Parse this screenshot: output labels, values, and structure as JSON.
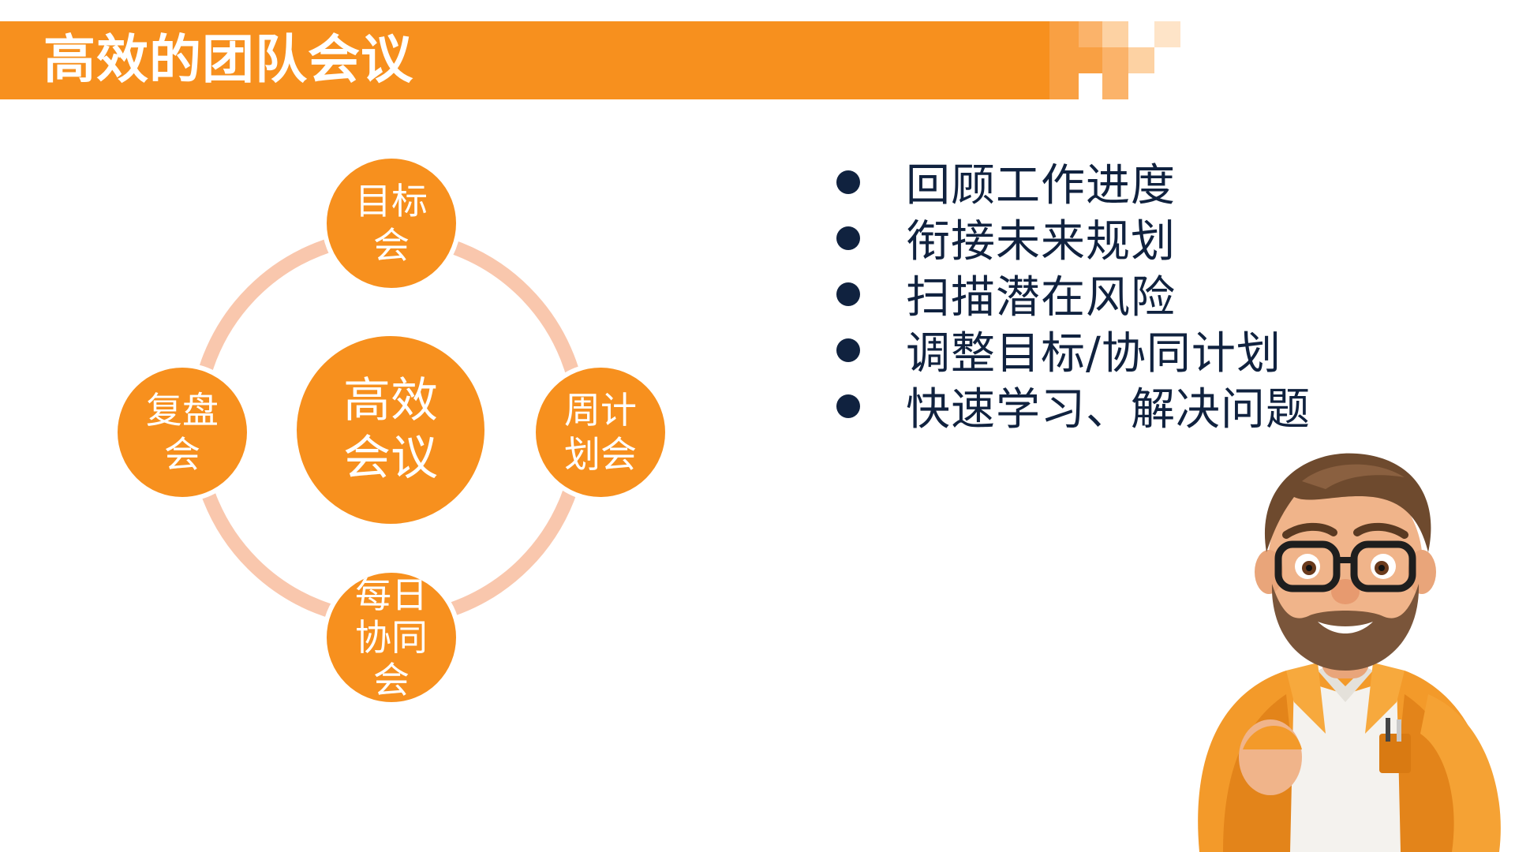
{
  "header": {
    "title": "高效的团队会议"
  },
  "diagram": {
    "center": "高效会议",
    "nodes": {
      "top": "目标会",
      "right": "周计划会",
      "bottom": "每日协同会",
      "left": "复盘会"
    }
  },
  "bullets": [
    "回顾工作进度",
    "衔接未来规划",
    "扫描潜在风险",
    "调整目标/协同计划",
    "快速学习、解决问题"
  ],
  "colors": {
    "accent": "#f7901e",
    "ring": "#f9c7ad",
    "text_dark": "#10223f"
  }
}
